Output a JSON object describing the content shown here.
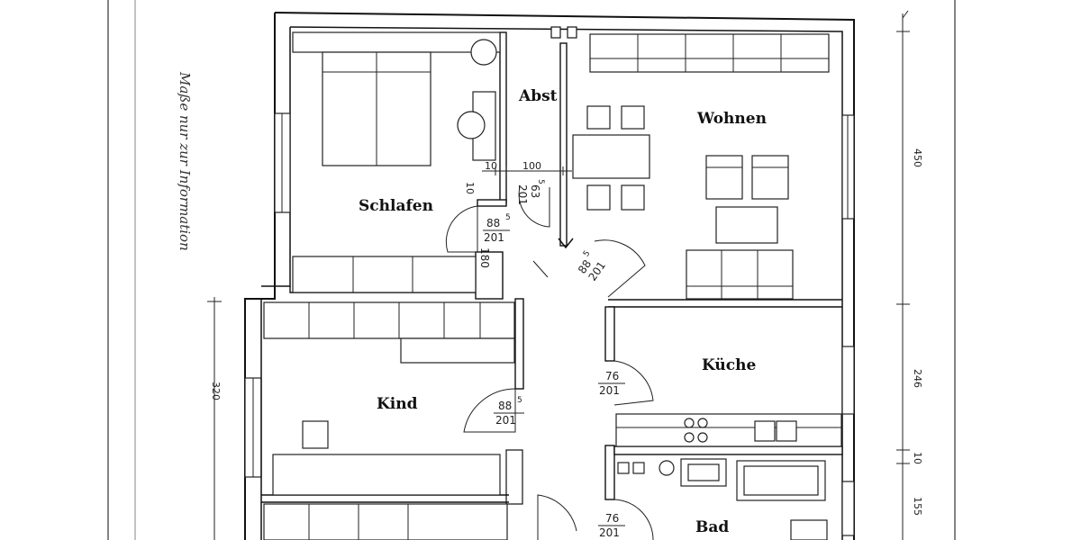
{
  "plan": {
    "rooms": {
      "schlafen": "Schlafen",
      "abst": "Abst",
      "wohnen": "Wohnen",
      "kind": "Kind",
      "kueche": "Küche",
      "bad": "Bad"
    },
    "dimensions": {
      "right_450": "450",
      "right_246": "246",
      "right_10": "10",
      "right_155": "155",
      "left_320": "320",
      "abst_10": "10",
      "abst_100": "100",
      "abst_10b": "10"
    },
    "doors": {
      "schlafen_door": "88",
      "schlafen_door_sup": "5",
      "schlafen_door_h": "201",
      "abst_door_w": "63",
      "abst_door_sup": "5",
      "abst_door_h": "201",
      "flur_180": "180",
      "wohnen_door_w": "88",
      "wohnen_door_sup": "5",
      "wohnen_door_h": "201",
      "kind_door": "88",
      "kind_door_sup": "5",
      "kind_door_h": "201",
      "kueche_door": "76",
      "kueche_door_h": "201",
      "bad_door": "76",
      "bad_door_h": "201"
    },
    "note": "Maße nur zur Information"
  }
}
